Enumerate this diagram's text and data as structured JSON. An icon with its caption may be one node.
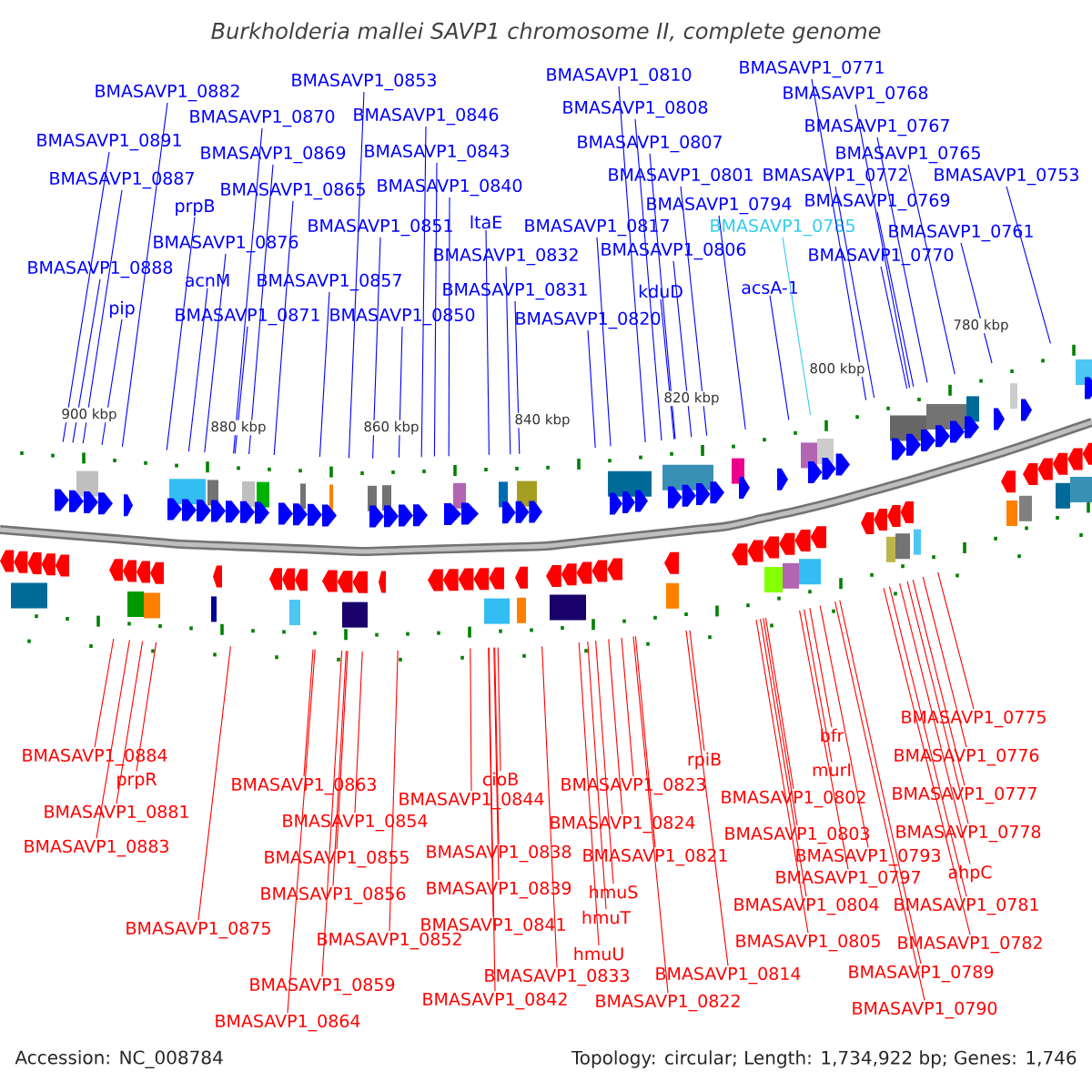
{
  "diagram": {
    "title": "Burkholderia mallei SAVP1 chromosome II, complete genome",
    "nodes": [
      {
        "text": [
          "BMASAVP1_0771"
        ]
      },
      {
        "text": [
          "BMASAVP1_0810"
        ]
      },
      {
        "text": [
          "BMASAVP1_0853"
        ]
      },
      {
        "text": [
          "BMASAVP1_0882"
        ]
      },
      {
        "text": [
          "BMASAVP1_0768"
        ]
      },
      {
        "text": [
          "BMASAVP1_0808"
        ]
      },
      {
        "text": [
          "BMASAVP1_0846"
        ]
      },
      {
        "text": [
          "BMASAVP1_0870"
        ]
      },
      {
        "text": [
          "BMASAVP1_0767"
        ]
      },
      {
        "text": [
          "BMASAVP1_0891"
        ]
      },
      {
        "text": [
          "BMASAVP1_0807"
        ]
      },
      {
        "text": [
          "BMASAVP1_0843"
        ]
      },
      {
        "text": [
          "BMASAVP1_0869"
        ]
      },
      {
        "text": [
          "BMASAVP1_0765"
        ]
      },
      {
        "text": [
          "BMASAVP1_0801"
        ]
      },
      {
        "text": [
          "BMASAVP1_0772"
        ]
      },
      {
        "text": [
          "BMASAVP1_0753"
        ]
      },
      {
        "text": [
          "BMASAVP1_0887"
        ]
      },
      {
        "text": [
          "BMASAVP1_0840"
        ]
      },
      {
        "text": [
          "BMASAVP1_0865"
        ]
      },
      {
        "text": [
          "BMASAVP1_0769"
        ]
      },
      {
        "text": [
          "BMASAVP1_0794"
        ]
      },
      {
        "text": [
          "prpB"
        ]
      },
      {
        "text": [
          "ltaE"
        ]
      },
      {
        "text": [
          "BMASAVP1_0851"
        ]
      },
      {
        "text": [
          "BMASAVP1_0817"
        ]
      },
      {
        "text": [
          "BMASAVP1_0785"
        ]
      },
      {
        "text": [
          "BMASAVP1_0761"
        ]
      },
      {
        "text": [
          "BMASAVP1_0876"
        ]
      },
      {
        "text": [
          "BMASAVP1_0806"
        ]
      },
      {
        "text": [
          "BMASAVP1_0832"
        ]
      },
      {
        "text": [
          "BMASAVP1_0770"
        ]
      },
      {
        "text": [
          "BMASAVP1_0888"
        ]
      },
      {
        "text": [
          "acnM"
        ]
      },
      {
        "text": [
          "BMASAVP1_0857"
        ]
      },
      {
        "text": [
          "acsA-1"
        ]
      },
      {
        "text": [
          "BMASAVP1_0831"
        ]
      },
      {
        "text": [
          "kduD"
        ]
      },
      {
        "text": [
          "pip"
        ]
      },
      {
        "text": [
          "BMASAVP1_0871"
        ]
      },
      {
        "text": [
          "BMASAVP1_0850"
        ]
      },
      {
        "text": [
          "BMASAVP1_0820"
        ]
      },
      {
        "text": [
          "BMASAVP1_0775"
        ]
      },
      {
        "text": [
          "bfr"
        ]
      },
      {
        "text": [
          "BMASAVP1_0884"
        ]
      },
      {
        "text": [
          "BMASAVP1_0776"
        ]
      },
      {
        "text": [
          "rpiB"
        ]
      },
      {
        "text": [
          "murI"
        ]
      },
      {
        "text": [
          "cioB"
        ]
      },
      {
        "text": [
          "prpR"
        ]
      },
      {
        "text": [
          "BMASAVP1_0863"
        ]
      },
      {
        "text": [
          "BMASAVP1_0823"
        ]
      },
      {
        "text": [
          "BMASAVP1_0777"
        ]
      },
      {
        "text": [
          "BMASAVP1_0802"
        ]
      },
      {
        "text": [
          "BMASAVP1_0844"
        ]
      },
      {
        "text": [
          "BMASAVP1_0881"
        ]
      },
      {
        "text": [
          "BMASAVP1_0854"
        ]
      },
      {
        "text": [
          "BMASAVP1_0824"
        ]
      },
      {
        "text": [
          "BMASAVP1_0778"
        ]
      },
      {
        "text": [
          "BMASAVP1_0803"
        ]
      },
      {
        "text": [
          "BMASAVP1_0883"
        ]
      },
      {
        "text": [
          "BMASAVP1_0838"
        ]
      },
      {
        "text": [
          "BMASAVP1_0821"
        ]
      },
      {
        "text": [
          "BMASAVP1_0793"
        ]
      },
      {
        "text": [
          "BMASAVP1_0855"
        ]
      },
      {
        "text": [
          "ahpC"
        ]
      },
      {
        "text": [
          "BMASAVP1_0797"
        ]
      },
      {
        "text": [
          "BMASAVP1_0839"
        ]
      },
      {
        "text": [
          "hmuS"
        ]
      },
      {
        "text": [
          "BMASAVP1_0856"
        ]
      },
      {
        "text": [
          "BMASAVP1_0804"
        ]
      },
      {
        "text": [
          "BMASAVP1_0781"
        ]
      },
      {
        "text": [
          "hmuT"
        ]
      },
      {
        "text": [
          "BMASAVP1_0841"
        ]
      },
      {
        "text": [
          "BMASAVP1_0875"
        ]
      },
      {
        "text": [
          "BMASAVP1_0852"
        ]
      },
      {
        "text": [
          "BMASAVP1_0805"
        ]
      },
      {
        "text": [
          "BMASAVP1_0782"
        ]
      },
      {
        "text": [
          "hmuU"
        ]
      },
      {
        "text": [
          "BMASAVP1_0789"
        ]
      },
      {
        "text": [
          "BMASAVP1_0814"
        ]
      },
      {
        "text": [
          "BMASAVP1_0833"
        ]
      },
      {
        "text": [
          "BMASAVP1_0859"
        ]
      },
      {
        "text": [
          "BMASAVP1_0842"
        ]
      },
      {
        "text": [
          "BMASAVP1_0822"
        ]
      },
      {
        "text": [
          "BMASAVP1_0790"
        ]
      },
      {
        "text": [
          "BMASAVP1_0864"
        ]
      }
    ],
    "edges": [
      {
        "from": 0,
        "to": null,
        "arrow": "none",
        "color": "#0000ff"
      },
      {
        "from": 1,
        "to": null,
        "arrow": "none",
        "color": "#0000ff"
      },
      {
        "from": 2,
        "to": null,
        "arrow": "none",
        "color": "#0000ff"
      },
      {
        "from": 3,
        "to": null,
        "arrow": "none",
        "color": "#0000ff"
      },
      {
        "from": 4,
        "to": null,
        "arrow": "none",
        "color": "#0000ff"
      },
      {
        "from": 5,
        "to": null,
        "arrow": "none",
        "color": "#0000ff"
      },
      {
        "from": 6,
        "to": null,
        "arrow": "none",
        "color": "#0000ff"
      },
      {
        "from": 7,
        "to": null,
        "arrow": "none",
        "color": "#0000ff"
      },
      {
        "from": 8,
        "to": null,
        "arrow": "none",
        "color": "#0000ff"
      },
      {
        "from": 9,
        "to": null,
        "arrow": "none",
        "color": "#0000ff"
      },
      {
        "from": 10,
        "to": null,
        "arrow": "none",
        "color": "#0000ff"
      },
      {
        "from": 11,
        "to": null,
        "arrow": "none",
        "color": "#0000ff"
      },
      {
        "from": 12,
        "to": null,
        "arrow": "none",
        "color": "#0000ff"
      },
      {
        "from": 13,
        "to": null,
        "arrow": "none",
        "color": "#0000ff"
      },
      {
        "from": 14,
        "to": null,
        "arrow": "none",
        "color": "#0000ff"
      },
      {
        "from": 15,
        "to": null,
        "arrow": "none",
        "color": "#0000ff"
      },
      {
        "from": 16,
        "to": null,
        "arrow": "none",
        "color": "#0000ff"
      },
      {
        "from": 17,
        "to": null,
        "arrow": "none",
        "color": "#0000ff"
      },
      {
        "from": 18,
        "to": null,
        "arrow": "none",
        "color": "#0000ff"
      },
      {
        "from": 19,
        "to": null,
        "arrow": "none",
        "color": "#0000ff"
      },
      {
        "from": 20,
        "to": null,
        "arrow": "none",
        "color": "#0000ff"
      },
      {
        "from": 21,
        "to": null,
        "arrow": "none",
        "color": "#0000ff"
      },
      {
        "from": 22,
        "to": null,
        "arrow": "none",
        "color": "#0000ff"
      },
      {
        "from": 23,
        "to": null,
        "arrow": "none",
        "color": "#0000ff"
      },
      {
        "from": 24,
        "to": null,
        "arrow": "none",
        "color": "#0000ff"
      },
      {
        "from": 25,
        "to": null,
        "arrow": "none",
        "color": "#0000ff"
      },
      {
        "from": 26,
        "to": null,
        "arrow": "none",
        "color": "#33ccee"
      },
      {
        "from": 27,
        "to": null,
        "arrow": "none",
        "color": "#0000ff"
      },
      {
        "from": 28,
        "to": null,
        "arrow": "none",
        "color": "#0000ff"
      },
      {
        "from": 29,
        "to": null,
        "arrow": "none",
        "color": "#0000ff"
      },
      {
        "from": 30,
        "to": null,
        "arrow": "none",
        "color": "#0000ff"
      },
      {
        "from": 31,
        "to": null,
        "arrow": "none",
        "color": "#0000ff"
      },
      {
        "from": 32,
        "to": null,
        "arrow": "none",
        "color": "#0000ff"
      },
      {
        "from": 33,
        "to": null,
        "arrow": "none",
        "color": "#0000ff"
      },
      {
        "from": 34,
        "to": null,
        "arrow": "none",
        "color": "#0000ff"
      },
      {
        "from": 35,
        "to": null,
        "arrow": "none",
        "color": "#0000ff"
      },
      {
        "from": 36,
        "to": null,
        "arrow": "none",
        "color": "#0000ff"
      },
      {
        "from": 37,
        "to": null,
        "arrow": "none",
        "color": "#0000ff"
      },
      {
        "from": 38,
        "to": null,
        "arrow": "none",
        "color": "#0000ff"
      },
      {
        "from": 39,
        "to": null,
        "arrow": "none",
        "color": "#0000ff"
      },
      {
        "from": 40,
        "to": null,
        "arrow": "none",
        "color": "#0000ff"
      },
      {
        "from": 41,
        "to": null,
        "arrow": "none",
        "color": "#0000ff"
      },
      {
        "from": 42,
        "to": null,
        "arrow": "none"
      },
      {
        "from": 43,
        "to": null,
        "arrow": "none"
      },
      {
        "from": 44,
        "to": null,
        "arrow": "none"
      },
      {
        "from": 45,
        "to": null,
        "arrow": "none"
      },
      {
        "from": 46,
        "to": null,
        "arrow": "none"
      },
      {
        "from": 47,
        "to": null,
        "arrow": "none"
      },
      {
        "from": 48,
        "to": null,
        "arrow": "none"
      },
      {
        "from": 49,
        "to": null,
        "arrow": "none"
      },
      {
        "from": 50,
        "to": null,
        "arrow": "none"
      },
      {
        "from": 51,
        "to": null,
        "arrow": "none"
      },
      {
        "from": 52,
        "to": null,
        "arrow": "none"
      },
      {
        "from": 53,
        "to": null,
        "arrow": "none"
      },
      {
        "from": 54,
        "to": null,
        "arrow": "none"
      },
      {
        "from": 55,
        "to": null,
        "arrow": "none"
      },
      {
        "from": 56,
        "to": null,
        "arrow": "none"
      },
      {
        "from": 57,
        "to": null,
        "arrow": "none"
      },
      {
        "from": 58,
        "to": null,
        "arrow": "none"
      },
      {
        "from": 59,
        "to": null,
        "arrow": "none"
      },
      {
        "from": 60,
        "to": null,
        "arrow": "none"
      },
      {
        "from": 61,
        "to": null,
        "arrow": "none"
      },
      {
        "from": 62,
        "to": null,
        "arrow": "none"
      },
      {
        "from": 63,
        "to": null,
        "arrow": "none"
      },
      {
        "from": 64,
        "to": null,
        "arrow": "none"
      },
      {
        "from": 65,
        "to": null,
        "arrow": "none"
      },
      {
        "from": 66,
        "to": null,
        "arrow": "none"
      },
      {
        "from": 67,
        "to": null,
        "arrow": "none"
      },
      {
        "from": 68,
        "to": null,
        "arrow": "none"
      },
      {
        "from": 69,
        "to": null,
        "arrow": "none"
      },
      {
        "from": 70,
        "to": null,
        "arrow": "none"
      },
      {
        "from": 71,
        "to": null,
        "arrow": "none"
      },
      {
        "from": 72,
        "to": null,
        "arrow": "none"
      },
      {
        "from": 73,
        "to": null,
        "arrow": "none"
      },
      {
        "from": 74,
        "to": null,
        "arrow": "none"
      },
      {
        "from": 75,
        "to": null,
        "arrow": "none"
      },
      {
        "from": 76,
        "to": null,
        "arrow": "none"
      },
      {
        "from": 77,
        "to": null,
        "arrow": "none"
      },
      {
        "from": 78,
        "to": null,
        "arrow": "none"
      },
      {
        "from": 79,
        "to": null,
        "arrow": "none"
      },
      {
        "from": 80,
        "to": null,
        "arrow": "none"
      },
      {
        "from": 81,
        "to": null,
        "arrow": "none"
      },
      {
        "from": 82,
        "to": null,
        "arrow": "none"
      },
      {
        "from": 83,
        "to": null,
        "arrow": "none"
      },
      {
        "from": 84,
        "to": null,
        "arrow": "none"
      },
      {
        "from": 85,
        "to": null,
        "arrow": "none"
      },
      {
        "from": 86,
        "to": null,
        "arrow": "none"
      }
    ],
    "labels": [
      "900 kbp",
      "880 kbp",
      "860 kbp",
      "840 kbp",
      "820 kbp",
      "800 kbp",
      "780 kbp",
      "Accession: NC_008784",
      "Topology: circular; Length: 1,734,922 bp; Genes: 1,746"
    ]
  }
}
